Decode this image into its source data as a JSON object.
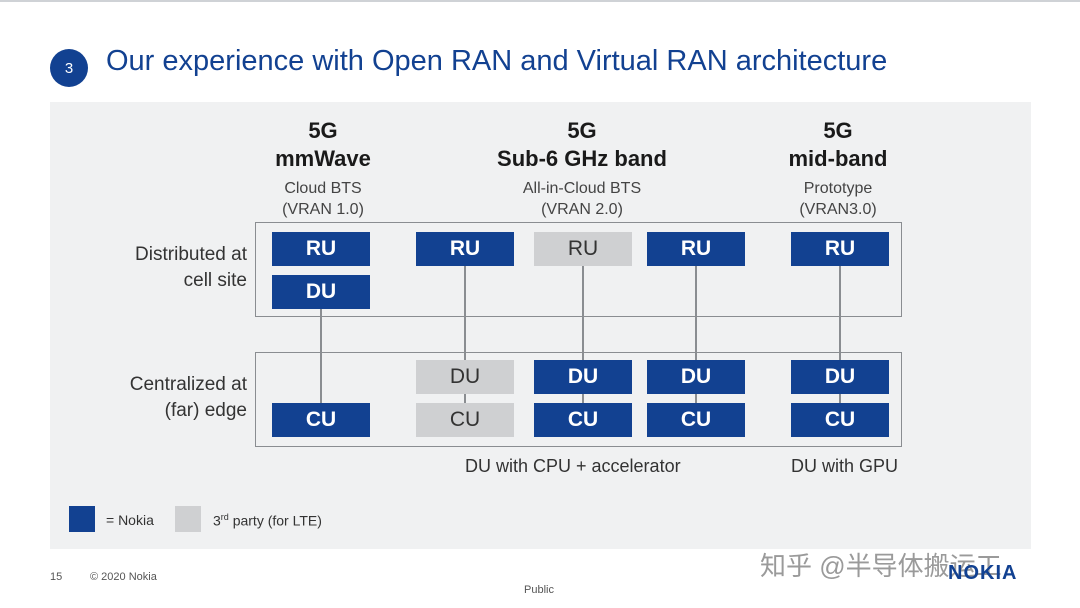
{
  "slide": {
    "section_number": "3",
    "title": "Our experience with Open RAN and Virtual RAN architecture"
  },
  "columns": [
    {
      "line1": "5G",
      "line2": "mmWave",
      "sub1": "Cloud BTS",
      "sub2": "(VRAN 1.0)"
    },
    {
      "line1": "5G",
      "line2": "Sub-6 GHz band",
      "sub1": "All-in-Cloud BTS",
      "sub2": "(VRAN 2.0)"
    },
    {
      "line1": "5G",
      "line2": "mid-band",
      "sub1": "Prototype",
      "sub2": "(VRAN3.0)"
    }
  ],
  "rows": {
    "distributed": {
      "line1": "Distributed at",
      "line2": "cell site"
    },
    "centralized": {
      "line1": "Centralized at",
      "line2": "(far) edge"
    }
  },
  "boxes": {
    "ru": "RU",
    "du": "DU",
    "cu": "CU"
  },
  "notes": {
    "accelerator": "DU with CPU + accelerator",
    "gpu": "DU with GPU"
  },
  "legend": {
    "nokia": "= Nokia",
    "third_prefix": "3",
    "third_sup": "rd",
    "third_suffix": " party (for LTE)"
  },
  "footer": {
    "page": "15",
    "copyright": "© 2020 Nokia",
    "classification": "Public"
  },
  "watermark": "知乎 @半导体搬运工",
  "logo": "NOKIA",
  "colors": {
    "nokia_blue": "#124191",
    "third_party_gray": "#cfd0d2",
    "panel_bg": "#f0f1f2"
  }
}
